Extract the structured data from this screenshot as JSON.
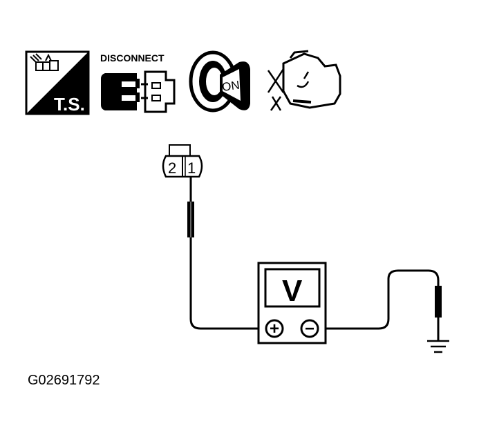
{
  "icons": {
    "ts_label": "T.S.",
    "disconnect_label": "DISCONNECT",
    "ignition_label": "ON"
  },
  "connector": {
    "pin_2": "2",
    "pin_1": "1"
  },
  "voltmeter": {
    "display": "V",
    "positive_symbol": "+",
    "negative_symbol": "−"
  },
  "figure_id": "G02691792",
  "colors": {
    "ink": "#000000",
    "paper": "#ffffff"
  }
}
